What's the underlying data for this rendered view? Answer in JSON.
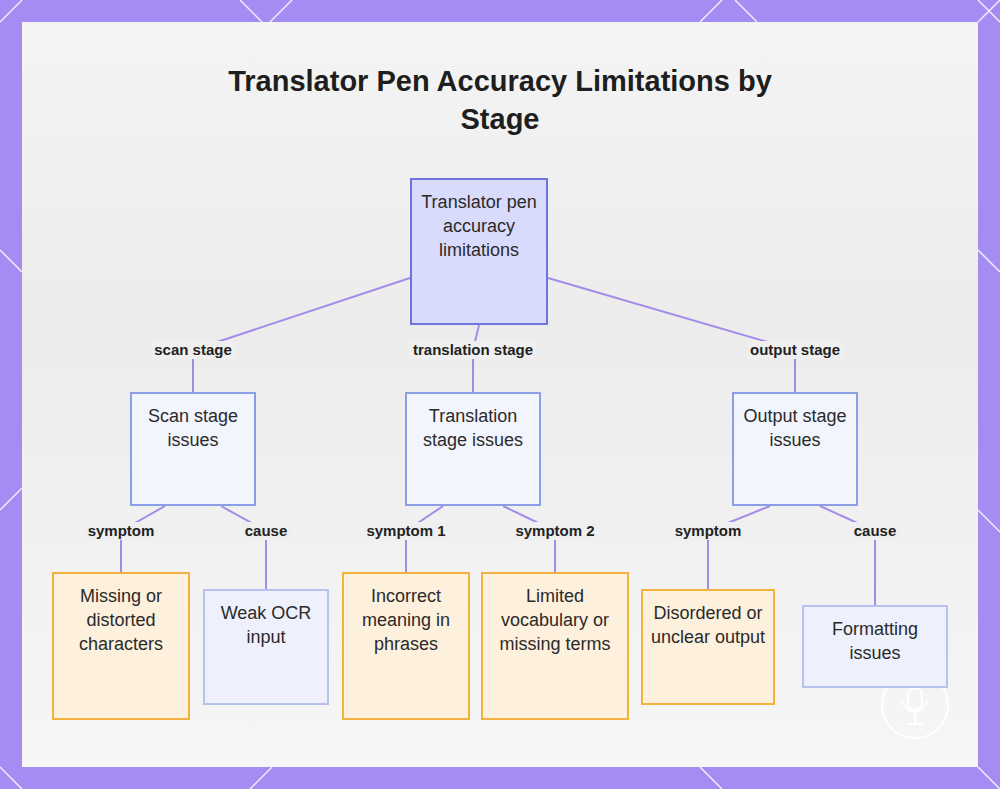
{
  "diagram": {
    "title": "Translator Pen Accuracy Limitations by Stage",
    "nodes": [
      {
        "text": [
          "Translator pen accuracy limitations"
        ]
      },
      {
        "text": [
          "Scan stage issues"
        ]
      },
      {
        "text": [
          "Translation stage issues"
        ]
      },
      {
        "text": [
          "Output stage issues"
        ]
      },
      {
        "text": [
          "Missing or distorted characters"
        ]
      },
      {
        "text": [
          "Weak OCR input"
        ]
      },
      {
        "text": [
          "Incorrect meaning in phrases"
        ]
      },
      {
        "text": [
          "Limited vocabulary or missing terms"
        ]
      },
      {
        "text": [
          "Disordered or unclear output"
        ]
      },
      {
        "text": [
          "Formatting issues"
        ]
      }
    ],
    "edges": [
      {
        "from": 0,
        "to": 1,
        "label": "scan stage",
        "arrow": "none"
      },
      {
        "from": 0,
        "to": 2,
        "label": "translation stage",
        "arrow": "none"
      },
      {
        "from": 0,
        "to": 3,
        "label": "output stage",
        "arrow": "none"
      },
      {
        "from": 1,
        "to": 4,
        "label": "symptom",
        "arrow": "none"
      },
      {
        "from": 1,
        "to": 5,
        "label": "cause",
        "arrow": "none"
      },
      {
        "from": 2,
        "to": 6,
        "label": "symptom 1",
        "arrow": "none"
      },
      {
        "from": 2,
        "to": 7,
        "label": "symptom 2",
        "arrow": "none"
      },
      {
        "from": 3,
        "to": 8,
        "label": "symptom",
        "arrow": "none"
      },
      {
        "from": 3,
        "to": 9,
        "label": "cause",
        "arrow": "none"
      }
    ]
  }
}
